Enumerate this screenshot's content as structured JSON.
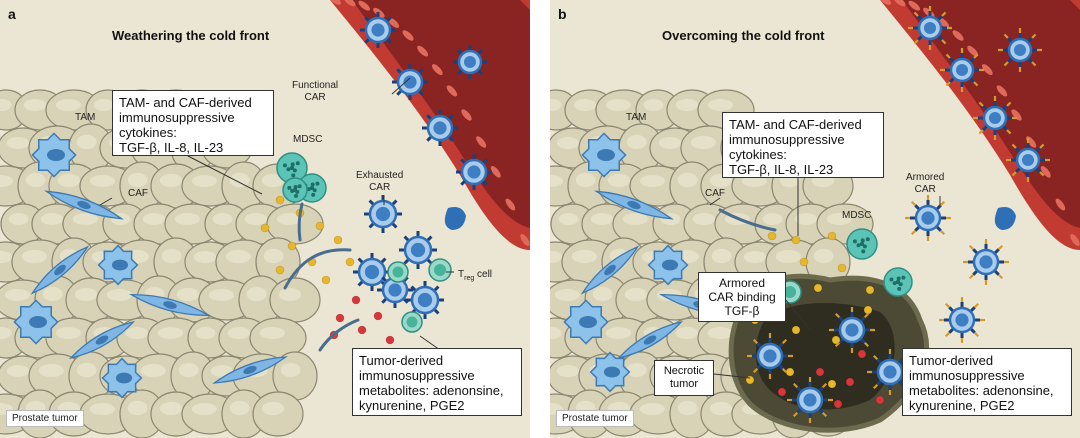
{
  "colors": {
    "background": "#ebe6d3",
    "tumor_cell": "#d8d3b7",
    "tumor_outline": "#8b8770",
    "vessel_wall": "#c23b32",
    "vessel_lumen": "#8a2422",
    "car_blue": "#2e6fb5",
    "cytokine_yellow": "#e7b629",
    "metabolite_red": "#d9363b",
    "mdsc_teal": "#5cc4b6",
    "tam_blue": "#8dc3ea",
    "armor_gold": "#d69a2a"
  },
  "panel_a": {
    "letter": "a",
    "title": "Weathering the cold front",
    "box_cytokines": "TAM- and CAF-derived\nimmunosuppressive\ncytokines:\nTGF-β, IL-8, IL-23",
    "box_metabolites": "Tumor-derived\nimmunosuppressive\nmetabolites: adenonsine,\nkynurenine, PGE2",
    "label_tam": "TAM",
    "label_caf": "CAF",
    "label_mdsc": "MDSC",
    "label_functional_car": "Functional\nCAR",
    "label_exhausted_car": "Exhausted\nCAR",
    "label_treg": "T",
    "label_treg_sub": "reg",
    "label_treg_suffix": " cell",
    "label_tissue": "Prostate tumor"
  },
  "panel_b": {
    "letter": "b",
    "title": "Overcoming the cold front",
    "box_cytokines": "TAM- and CAF-derived\nimmunosuppressive\ncytokines:\nTGF-β, IL-8, IL-23",
    "box_armored_binding": "Armored\nCAR binding\nTGF-β",
    "box_necrotic": "Necrotic\ntumor",
    "box_metabolites": "Tumor-derived\nimmunosuppressive\nmetabolites: adenonsine,\nkynurenine, PGE2",
    "label_tam": "TAM",
    "label_caf": "CAF",
    "label_mdsc": "MDSC",
    "label_armored_car": "Armored\nCAR",
    "label_tissue": "Prostate tumor"
  }
}
